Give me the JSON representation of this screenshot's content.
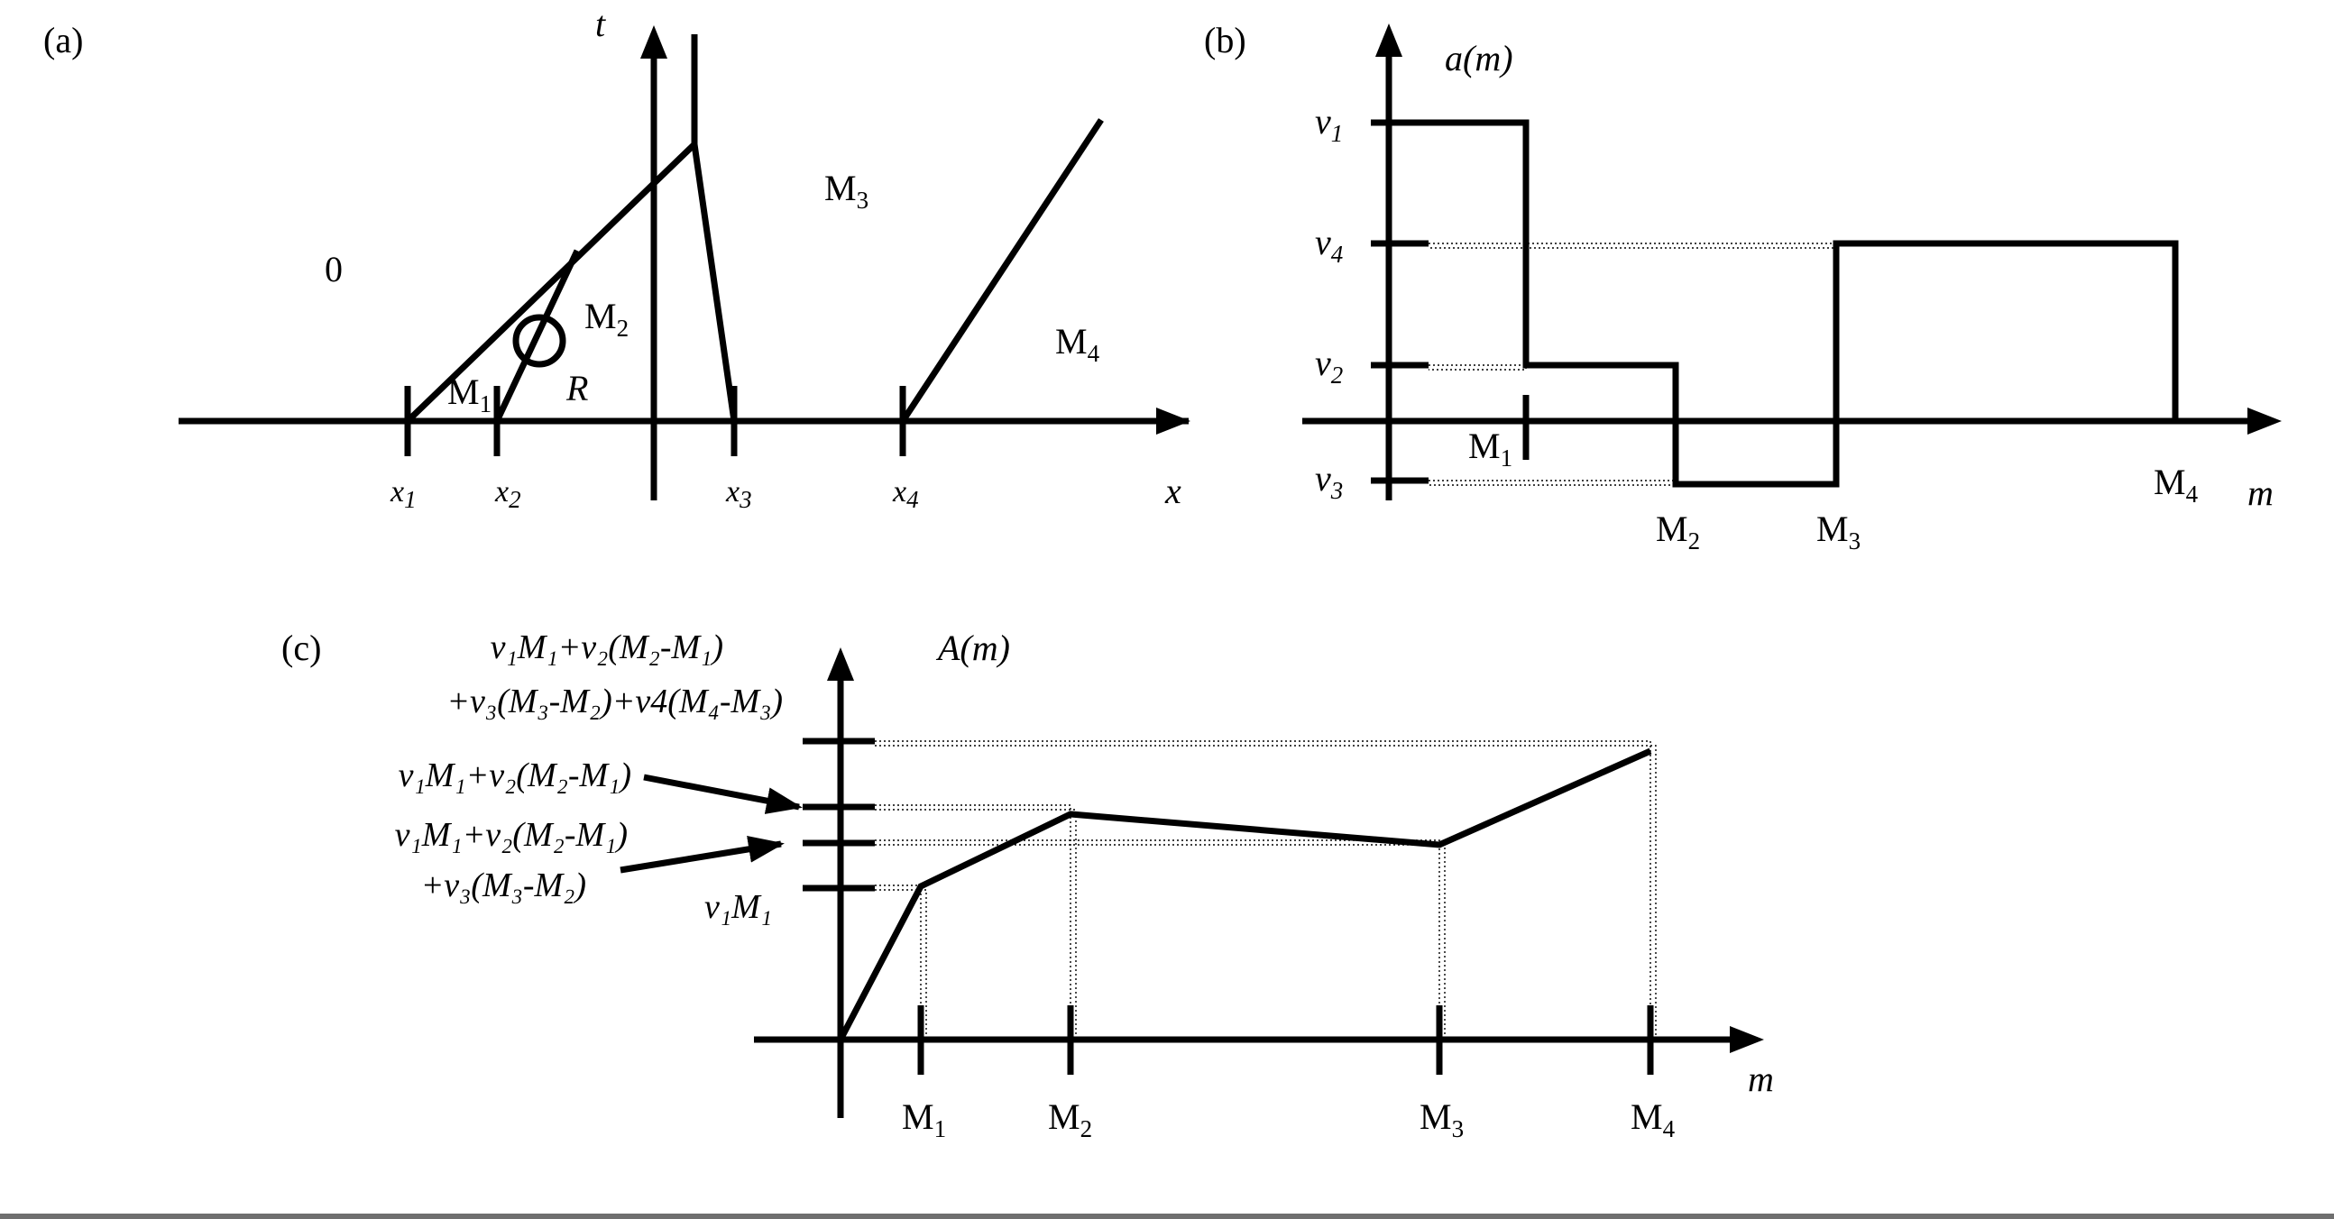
{
  "panel_a": {
    "tag": "(a)",
    "t_axis": "t",
    "x_axis": "x",
    "region_0": "0",
    "region_M1": {
      "base": "M",
      "sub": "1"
    },
    "region_M2": {
      "base": "M",
      "sub": "2"
    },
    "region_M3": {
      "base": "M",
      "sub": "3"
    },
    "region_M4": {
      "base": "M",
      "sub": "4"
    },
    "region_R": "R",
    "ticks": [
      {
        "base": "x",
        "sub": "1"
      },
      {
        "base": "x",
        "sub": "2"
      },
      {
        "base": "x",
        "sub": "3"
      },
      {
        "base": "x",
        "sub": "4"
      }
    ]
  },
  "panel_b": {
    "tag": "(b)",
    "curve": "a(m)",
    "m_axis": "m",
    "y_ticks": [
      {
        "base": "v",
        "sub": "1"
      },
      {
        "base": "v",
        "sub": "4"
      },
      {
        "base": "v",
        "sub": "2"
      },
      {
        "base": "v",
        "sub": "3"
      }
    ],
    "x_ticks": [
      {
        "base": "M",
        "sub": "1"
      },
      {
        "base": "M",
        "sub": "2"
      },
      {
        "base": "M",
        "sub": "3"
      },
      {
        "base": "M",
        "sub": "4"
      }
    ]
  },
  "panel_c": {
    "tag": "(c)",
    "curve": "A(m)",
    "m_axis": "m",
    "x_ticks": [
      {
        "base": "M",
        "sub": "1"
      },
      {
        "base": "M",
        "sub": "2"
      },
      {
        "base": "M",
        "sub": "3"
      },
      {
        "base": "M",
        "sub": "4"
      }
    ],
    "y_labels": [
      "v₁M₁+v₂(M₂-M₁)",
      "+v₃(M₃-M₂)+v4(M₄-M₃)",
      "v₁M₁+v₂(M₂-M₁)",
      "v₁M₁+v₂(M₂-M₁)",
      "+v₃(M₃-M₂)",
      "v₁M₁"
    ]
  }
}
